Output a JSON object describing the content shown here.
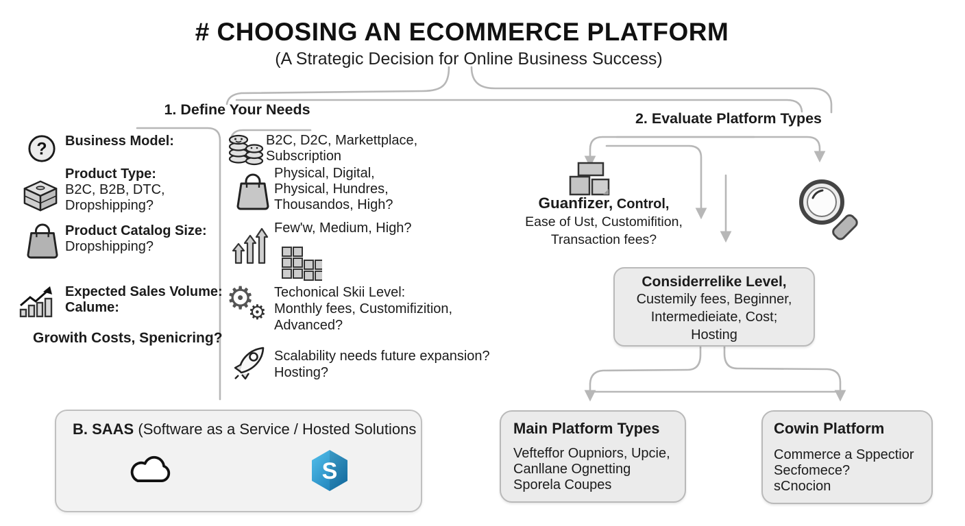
{
  "palette": {
    "line_gray": "#b7b7b7",
    "box_fill": "#f2f2f2",
    "box_border": "#c0c0c0",
    "text": "#1b1b1b",
    "badge_blue_light": "#53c0ec",
    "badge_blue_dark": "#1272ad"
  },
  "title": {
    "heading": "# CHOOSING AN ECOMMERCE PLATFORM",
    "subheading": "(A Strategic Decision for Online Business Success)"
  },
  "section1": {
    "header": "1. Define Your Needs",
    "left_items": [
      {
        "icon": "question-icon",
        "title": "Business Model:",
        "lines": []
      },
      {
        "icon": "package-icon",
        "title": "Product Type:",
        "lines": [
          "B2C, B2B, DTC,",
          "Dropshipping?"
        ]
      },
      {
        "icon": "bag-icon",
        "title": "Product Catalog Size:",
        "lines": [
          "Dropshipping?"
        ]
      },
      {
        "icon": "sales-chart-icon",
        "title": "Expected Sales Volume:",
        "lines": [
          "Calume:"
        ]
      },
      {
        "icon": "none",
        "title": "Growith Costs, Spenicring?",
        "lines": []
      }
    ],
    "mid_items": [
      {
        "icon": "coins-icon",
        "lines": [
          "B2C, D2C, Markettplace,",
          "Subscription"
        ]
      },
      {
        "icon": "shopping-bag-icon",
        "lines": [
          "Physical, Digital,",
          "Physical, Hundres,",
          "Thousandos, High?"
        ]
      },
      {
        "icon": "growth-arrows-icon",
        "lines": [
          "Few'w, Medium, High?"
        ]
      },
      {
        "icon": "grid-icon",
        "lines": []
      },
      {
        "icon": "gears-icon",
        "lines": [
          "Techonical Skii Level:",
          "Monthly fees, Customifizition,",
          "Advanced?"
        ]
      },
      {
        "icon": "rocket-icon",
        "lines": [
          "Scalability needs future expansion?",
          "Hosting?"
        ]
      }
    ]
  },
  "section2": {
    "header": "2. Evaluate Platform Types",
    "criteria_note": {
      "bold": "Guanfizer,",
      "rest": " Control,",
      "line2": "Ease of Ust, Customifition,",
      "line3": "Transaction fees?"
    },
    "consider_box": {
      "title": "Considerrelike Level,",
      "lines": [
        "Custemily fees, Beginner,",
        "Intermedieiate, Cost;",
        "Hosting"
      ]
    }
  },
  "bottom": {
    "saas_box": {
      "title_bold": "B. SAAS",
      "title_rest": " (Software as a Service / Hosted Solutions",
      "badge_letter": "S"
    },
    "main_platform_box": {
      "title": "Main Platform Types",
      "lines": [
        "Vefteffor Oupniors, Upcie,",
        "Canllane Ognetting",
        "Sporela Coupes"
      ]
    },
    "cowin_box": {
      "title": "Cowin Platform",
      "lines": [
        "Commerce a Sppectior",
        "Secfomece?",
        "sCnocion"
      ]
    }
  }
}
